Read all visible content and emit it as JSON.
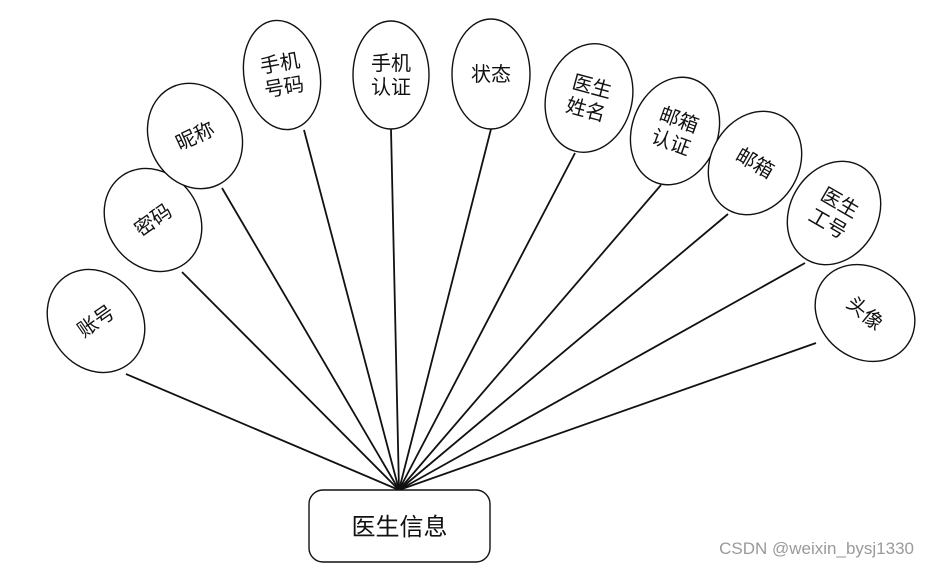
{
  "entity": {
    "label": "医生信息"
  },
  "attributes": [
    {
      "id": "account",
      "lines": [
        "账号"
      ]
    },
    {
      "id": "password",
      "lines": [
        "密码"
      ]
    },
    {
      "id": "nickname",
      "lines": [
        "昵称"
      ]
    },
    {
      "id": "phone-number",
      "lines": [
        "手机",
        "号码"
      ]
    },
    {
      "id": "phone-verify",
      "lines": [
        "手机",
        "认证"
      ]
    },
    {
      "id": "status",
      "lines": [
        "状态"
      ]
    },
    {
      "id": "doctor-name",
      "lines": [
        "医生",
        "姓名"
      ]
    },
    {
      "id": "email-verify",
      "lines": [
        "邮箱",
        "认证"
      ]
    },
    {
      "id": "email",
      "lines": [
        "邮箱"
      ]
    },
    {
      "id": "doctor-id",
      "lines": [
        "医生",
        "工号"
      ]
    },
    {
      "id": "avatar",
      "lines": [
        "头像"
      ]
    }
  ],
  "watermark": "CSDN @weixin_bysj1330"
}
